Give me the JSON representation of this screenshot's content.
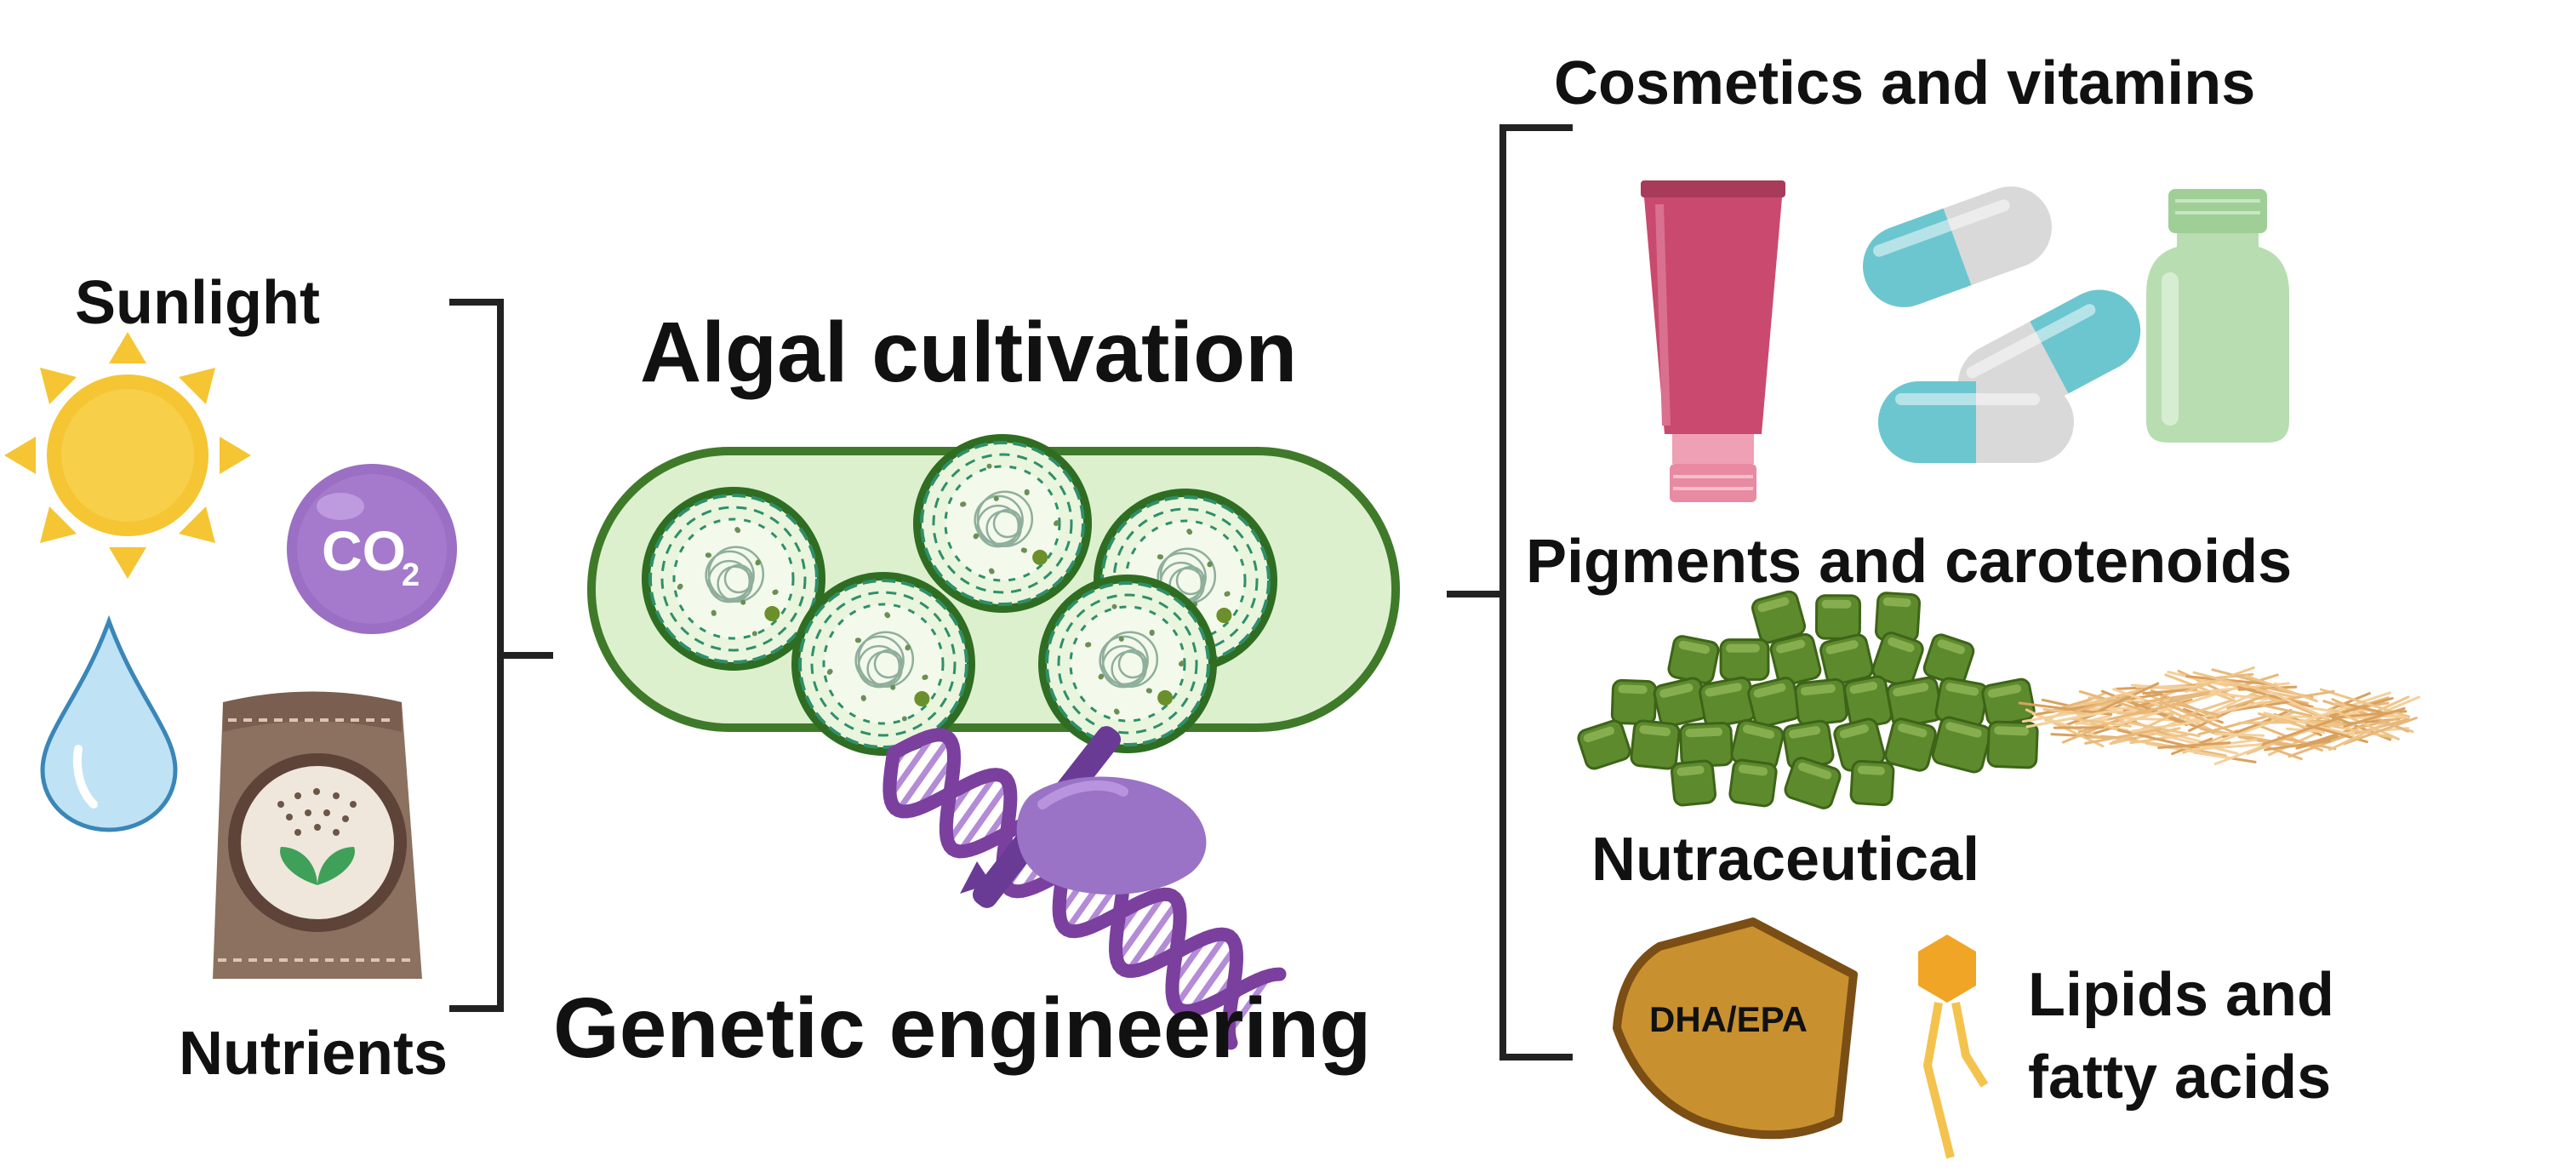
{
  "inputs": {
    "sunlight": "Sunlight",
    "co2_main": "CO",
    "co2_sub": "2",
    "nutrients": "Nutrients"
  },
  "process": {
    "cultivation": "Algal cultivation",
    "engineering": "Genetic engineering"
  },
  "products": {
    "cosmetics": "Cosmetics and vitamins",
    "pigments": "Pigments and carotenoids",
    "nutraceutical": "Nutraceutical",
    "dha_epa": "DHA/EPA",
    "lipids_line1": "Lipids and",
    "lipids_line2": "fatty acids"
  },
  "colors": {
    "sun": "#F5C533",
    "co2": "#9B6FC4",
    "water": "#BFE3F5",
    "bag": "#8C7060",
    "algae_bg": "#DDF0CE",
    "algae_border": "#3F7A2A",
    "cell_stroke": "#2E8F6A",
    "dna": "#7B3F9E",
    "tube": "#C94A6E",
    "capsule_teal": "#6CC6CF",
    "bottle": "#B7DDB0",
    "pellet": "#5E8A2E",
    "straw": "#E8B87A",
    "dha": "#C9902F",
    "lipid": "#F0A526"
  }
}
